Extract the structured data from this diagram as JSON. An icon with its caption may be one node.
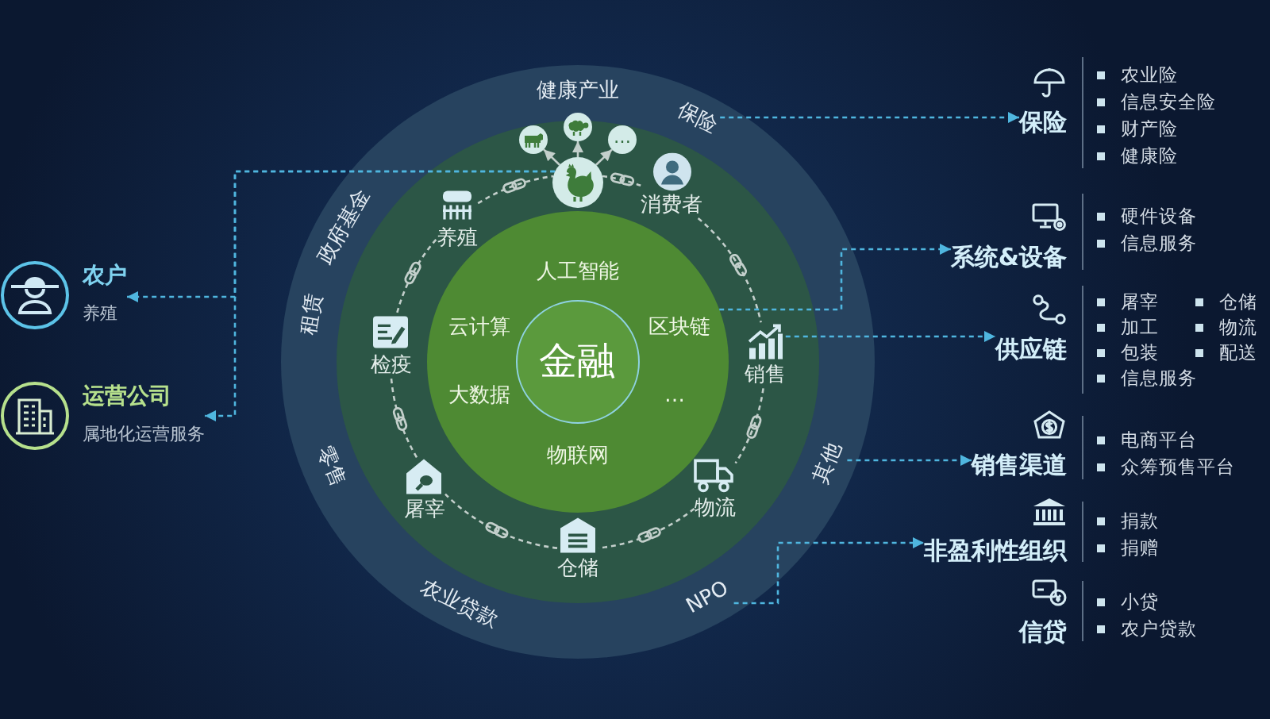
{
  "diagram": {
    "nodes": [
      {
        "text": [],
        "shape": "circle"
      },
      {
        "text": [
          "健康产业"
        ],
        "in": 0
      },
      {
        "text": [
          "保险"
        ],
        "in": 0
      },
      {
        "text": [
          "其他"
        ],
        "in": 0
      },
      {
        "text": [
          "NPO"
        ],
        "in": 0
      },
      {
        "text": [
          "农业贷款"
        ],
        "in": 0
      },
      {
        "text": [
          "零售"
        ],
        "in": 0
      },
      {
        "text": [
          "租赁"
        ],
        "in": 0
      },
      {
        "text": [
          "政府基金"
        ],
        "in": 0
      },
      {
        "text": [],
        "shape": "circle",
        "in": 0
      },
      {
        "text": [],
        "shape": "picture",
        "in": 9
      },
      {
        "text": [],
        "shape": "picture",
        "in": 9
      },
      {
        "text": [],
        "shape": "picture",
        "in": 9
      },
      {
        "text": [
          "…"
        ],
        "in": 9
      },
      {
        "text": [
          "养殖"
        ],
        "in": 9
      },
      {
        "text": [
          "消费者"
        ],
        "in": 9
      },
      {
        "text": [
          "销售"
        ],
        "in": 9
      },
      {
        "text": [
          "物流"
        ],
        "in": 9
      },
      {
        "text": [
          "仓储"
        ],
        "in": 9
      },
      {
        "text": [
          "屠宰"
        ],
        "in": 9
      },
      {
        "text": [
          "检疫"
        ],
        "in": 9
      },
      {
        "text": [
          "人工智能",
          "云计算",
          "区块链",
          "大数据",
          "…",
          "物联网"
        ],
        "in": 9
      },
      {
        "text": [
          "金融"
        ],
        "in": 21
      },
      {
        "text": [
          "农户",
          "养殖"
        ]
      },
      {
        "text": [
          "运营公司",
          "属地化运营服务"
        ]
      },
      {
        "text": [
          "保险"
        ],
        "beside": [
          "农业险",
          "信息安全险",
          "财产险",
          "健康险"
        ]
      },
      {
        "text": [
          "系统&设备"
        ],
        "beside": [
          "硬件设备",
          "信息服务"
        ]
      },
      {
        "text": [
          "供应链"
        ],
        "beside": [
          "屠宰",
          "仓储",
          "加工",
          "物流",
          "包装",
          "配送",
          "信息服务"
        ]
      },
      {
        "text": [
          "销售渠道"
        ],
        "beside": [
          "电商平台",
          "众筹预售平台"
        ]
      },
      {
        "text": [
          "非盈利性组织"
        ],
        "beside": [
          "捐款",
          "捐赠"
        ]
      },
      {
        "text": [
          "信贷"
        ],
        "beside": [
          "小贷",
          "农户贷款"
        ]
      }
    ],
    "edges": [
      {
        "from": 14,
        "to": 10,
        "arrow": "none",
        "style": "dashed"
      },
      {
        "from": 10,
        "to": 15,
        "arrow": "none",
        "style": "dashed"
      },
      {
        "from": 15,
        "to": 16,
        "arrow": "none",
        "style": "dashed"
      },
      {
        "from": 16,
        "to": 17,
        "arrow": "none",
        "style": "dashed"
      },
      {
        "from": 17,
        "to": 18,
        "arrow": "none",
        "style": "dashed"
      },
      {
        "from": 18,
        "to": 19,
        "arrow": "none",
        "style": "dashed"
      },
      {
        "from": 19,
        "to": 20,
        "arrow": "none",
        "style": "dashed"
      },
      {
        "from": 20,
        "to": 14,
        "arrow": "none",
        "style": "dashed"
      },
      {
        "from": 10,
        "to": 11,
        "arrow": "to"
      },
      {
        "from": 10,
        "to": 12,
        "arrow": "to"
      },
      {
        "from": 10,
        "to": 13,
        "arrow": "to"
      },
      {
        "from": 10,
        "to": 23,
        "arrow": "to",
        "style": "dashed",
        "color": "#4fb6df"
      },
      {
        "from": 10,
        "to": 24,
        "arrow": "to",
        "style": "dashed",
        "color": "#4fb6df"
      },
      {
        "from": 2,
        "to": 25,
        "arrow": "to",
        "style": "dashed",
        "color": "#4fb6df"
      },
      {
        "from": 21,
        "to": 26,
        "arrow": "to",
        "style": "dashed",
        "color": "#4fb6df"
      },
      {
        "from": 16,
        "to": 27,
        "arrow": "to",
        "style": "dashed",
        "color": "#4fb6df"
      },
      {
        "from": 3,
        "to": 28,
        "arrow": "to",
        "style": "dashed",
        "color": "#4fb6df"
      },
      {
        "from": 4,
        "to": 29,
        "arrow": "to",
        "style": "dashed",
        "color": "#4fb6df"
      }
    ]
  }
}
